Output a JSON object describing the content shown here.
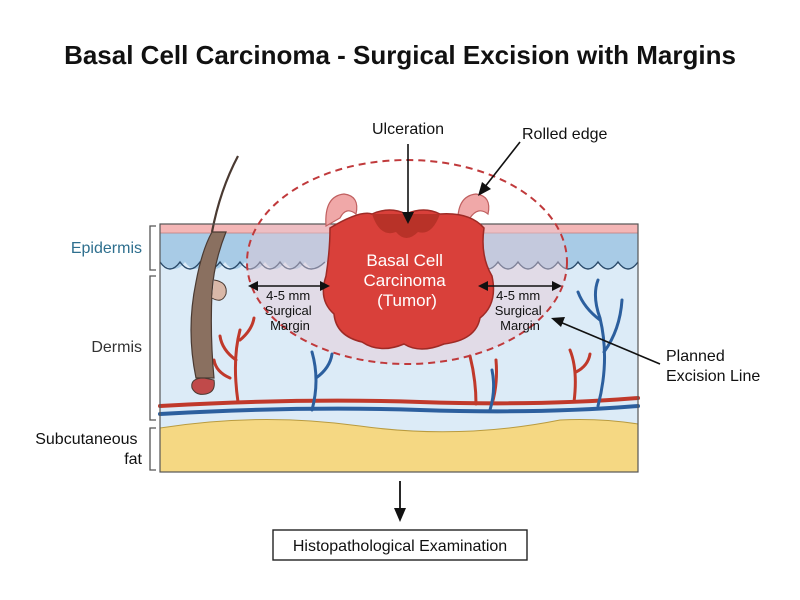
{
  "title": "Basal Cell Carcinoma - Surgical Excision with Margins",
  "layers": {
    "epidermis": "Epidermis",
    "dermis": "Dermis",
    "subcutaneous_line1": "Subcutaneous",
    "subcutaneous_line2": "fat"
  },
  "tumor": {
    "line1": "Basal Cell",
    "line2": "Carcinoma",
    "line3": "(Tumor)"
  },
  "callouts": {
    "ulceration": "Ulceration",
    "rolled_edge": "Rolled edge",
    "planned_line1": "Planned",
    "planned_line2": "Excision Line"
  },
  "margins": {
    "left": {
      "line1": "4-5 mm",
      "line2": "Surgical",
      "line3": "Margin"
    },
    "right": {
      "line1": "4-5 mm",
      "line2": "Surgical",
      "line3": "Margin"
    }
  },
  "result_box": "Histopathological Examination",
  "colors": {
    "tumor": "#d9403a",
    "epidermis": "#a8cbe6",
    "dermis": "#dcebf7",
    "fat": "#f5d883",
    "skin_surface": "#f4b6b6",
    "excision_line": "#c0393b",
    "artery": "#c0392b",
    "vein": "#2c5f9e"
  }
}
